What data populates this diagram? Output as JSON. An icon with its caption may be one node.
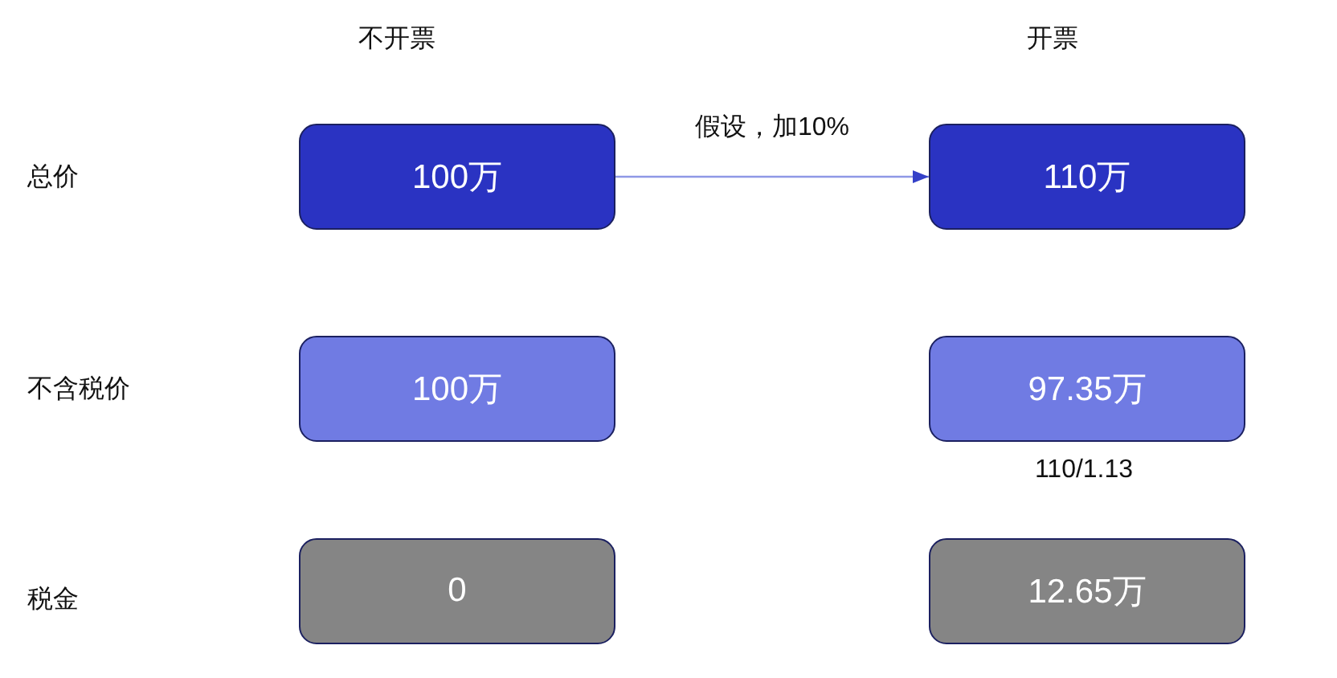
{
  "diagram": {
    "nodes": [
      {
        "text": [
          "100万"
        ]
      },
      {
        "text": [
          "110万"
        ]
      },
      {
        "text": [
          "100万"
        ]
      },
      {
        "text": [
          "97.35万"
        ],
        "beside": [
          "110/1.13"
        ]
      },
      {
        "text": [
          "0"
        ]
      },
      {
        "text": [
          "12.65万"
        ]
      }
    ],
    "edges": [
      {
        "from": 0,
        "to": 1,
        "arrow": "to",
        "label": "假设，加10%"
      }
    ],
    "labels": [
      "不开票",
      "开票",
      "总价",
      "不含税价",
      "税金"
    ]
  }
}
